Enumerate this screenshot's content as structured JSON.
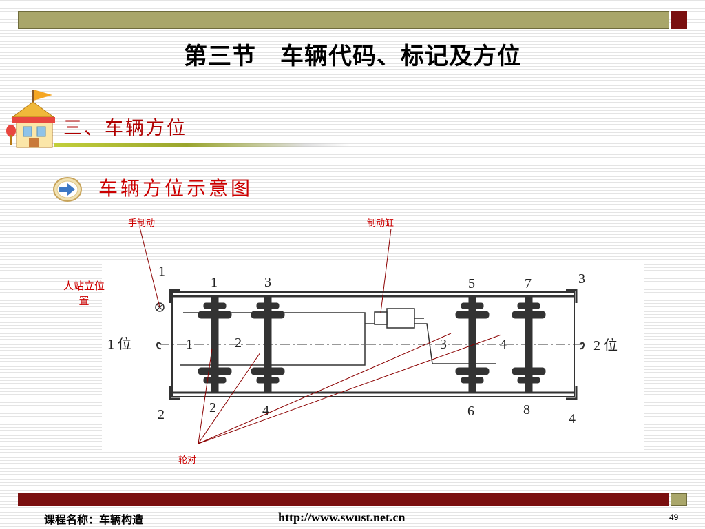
{
  "slide": {
    "title": "第三节　车辆代码、标记及方位",
    "section_heading": "三、车辆方位",
    "sub_heading": "车辆方位示意图",
    "page_number": "49"
  },
  "diagram": {
    "end_labels": {
      "left": "1 位",
      "right": "2 位"
    },
    "corner_numbers": {
      "top_left": "1",
      "top_right": "3",
      "bottom_left": "2",
      "bottom_right": "4"
    },
    "axle_numbers": [
      "1",
      "2",
      "3",
      "4"
    ],
    "wheel_numbers_top": [
      "1",
      "3",
      "5",
      "7"
    ],
    "wheel_numbers_bottom": [
      "2",
      "4",
      "6",
      "8"
    ]
  },
  "callouts": {
    "hand_brake": "手制动",
    "brake_cylinder": "制动缸",
    "person_position_line1": "人站立位",
    "person_position_line2": "置",
    "wheelset": "轮对"
  },
  "footer": {
    "course": "课程名称：车辆构造",
    "url": "http://www.swust.net.cn"
  },
  "colors": {
    "olive_bar": "#a9a66a",
    "maroon_bar": "#7a0f0f",
    "heading_red": "#cc0000",
    "leader_line": "#8b0000"
  }
}
